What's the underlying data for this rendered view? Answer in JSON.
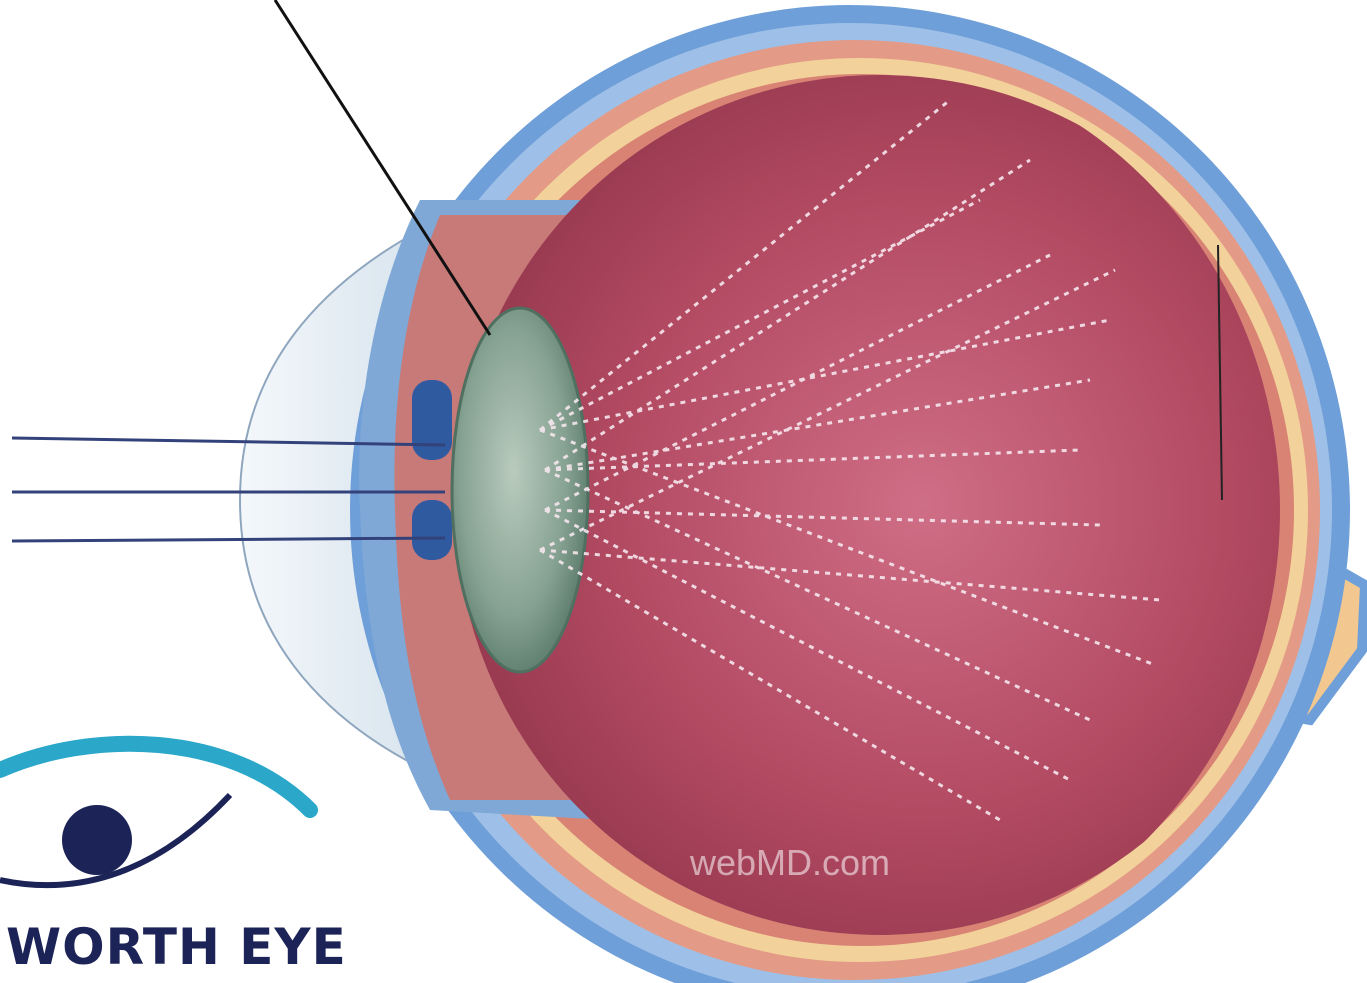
{
  "diagram": {
    "watermark": "webMD.com",
    "light_ray_count": 3
  },
  "logo": {
    "text": "WORTH EYE",
    "arc_color": "#2aa7c9",
    "pupil_color": "#1c2357"
  },
  "colors": {
    "vitreous": "#b24a62",
    "sclera": "#6f9fd8",
    "choroid": "#e39a86",
    "retina": "#f2d19a",
    "lens": "#7f9d8c",
    "optic_nerve": "#f2c890",
    "cornea": "#cfdde8",
    "rays": "#f6e7ee"
  }
}
